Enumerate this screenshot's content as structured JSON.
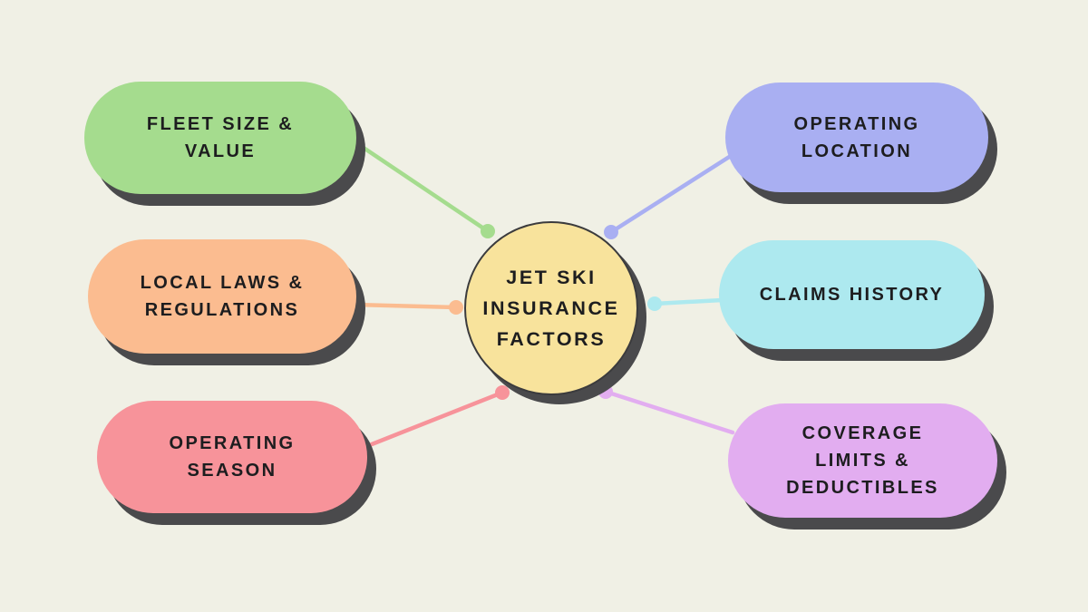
{
  "title": "Jet Ski Insurance Factors diagram",
  "colors": {
    "background": "#f0f0e5",
    "shadow": "#4a4a4c",
    "text": "#1d1d1f",
    "center_fill": "#f8e39c",
    "center_border": "#3b3b3d"
  },
  "center": {
    "label": "JET SKI\nINSURANCE\nFACTORS"
  },
  "nodes": [
    {
      "id": "fleet-size-value",
      "label": "FLEET SIZE &\nVALUE",
      "color": "#a5dc8e"
    },
    {
      "id": "local-laws-regulations",
      "label": "LOCAL LAWS &\nREGULATIONS",
      "color": "#fbbc90"
    },
    {
      "id": "operating-season",
      "label": "OPERATING\nSEASON",
      "color": "#f7939a"
    },
    {
      "id": "operating-location",
      "label": "OPERATING\nLOCATION",
      "color": "#a9aff2"
    },
    {
      "id": "claims-history",
      "label": "CLAIMS HISTORY",
      "color": "#ade9ef"
    },
    {
      "id": "coverage-limits-deductibles",
      "label": "COVERAGE\nLIMITS &\nDEDUCTIBLES",
      "color": "#e2adf0"
    }
  ]
}
